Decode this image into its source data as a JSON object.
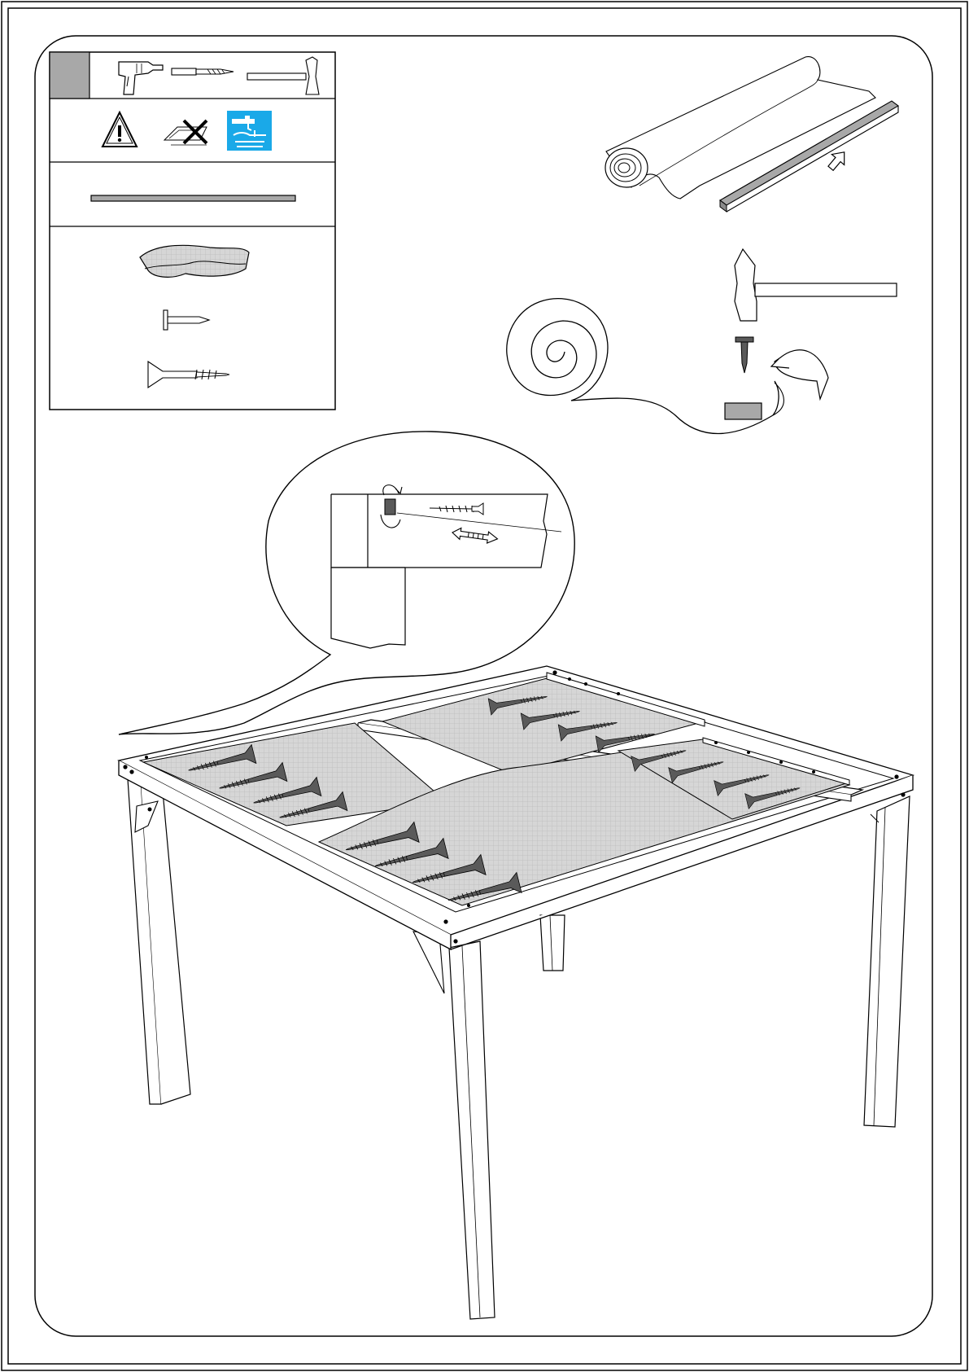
{
  "colors": {
    "line": "#000000",
    "panel_gray": "#a8a8a8",
    "felt_gray": "#d6d6d6",
    "felt_grid": "#bdbdbd",
    "screw_gray": "#5a5a5a",
    "water_icon_blue": "#1aa9e8"
  },
  "legend": {
    "tools": [
      "drill-icon",
      "drill-bit-icon",
      "hammer-icon"
    ],
    "notices": [
      "warning-icon",
      "no-cutter-icon",
      "water-icon"
    ],
    "parts": [
      "batten-strip",
      "roofing-felt-sheet",
      "nail",
      "screw"
    ]
  },
  "steps": {
    "roll": [
      "roofing-felt-roll",
      "batten-strip",
      "pointer-arrow"
    ],
    "nailing": [
      "felt-spiral",
      "hammer",
      "nail",
      "wood-block",
      "rotate-arrow"
    ],
    "detail": [
      "screw",
      "rotate-arrow",
      "double-arrow"
    ]
  }
}
